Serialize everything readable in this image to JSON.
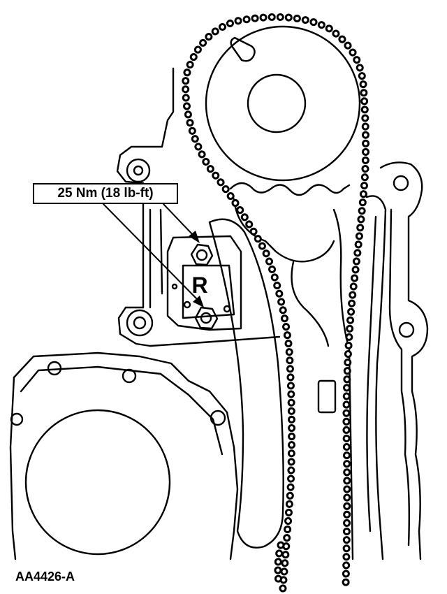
{
  "callout": {
    "torque_label": "25 Nm (18 lb-ft)"
  },
  "tensioner": {
    "stamp_letter": "R"
  },
  "figure": {
    "id": "AA4426-A"
  },
  "colors": {
    "ink": "#000000",
    "paper": "#ffffff"
  }
}
